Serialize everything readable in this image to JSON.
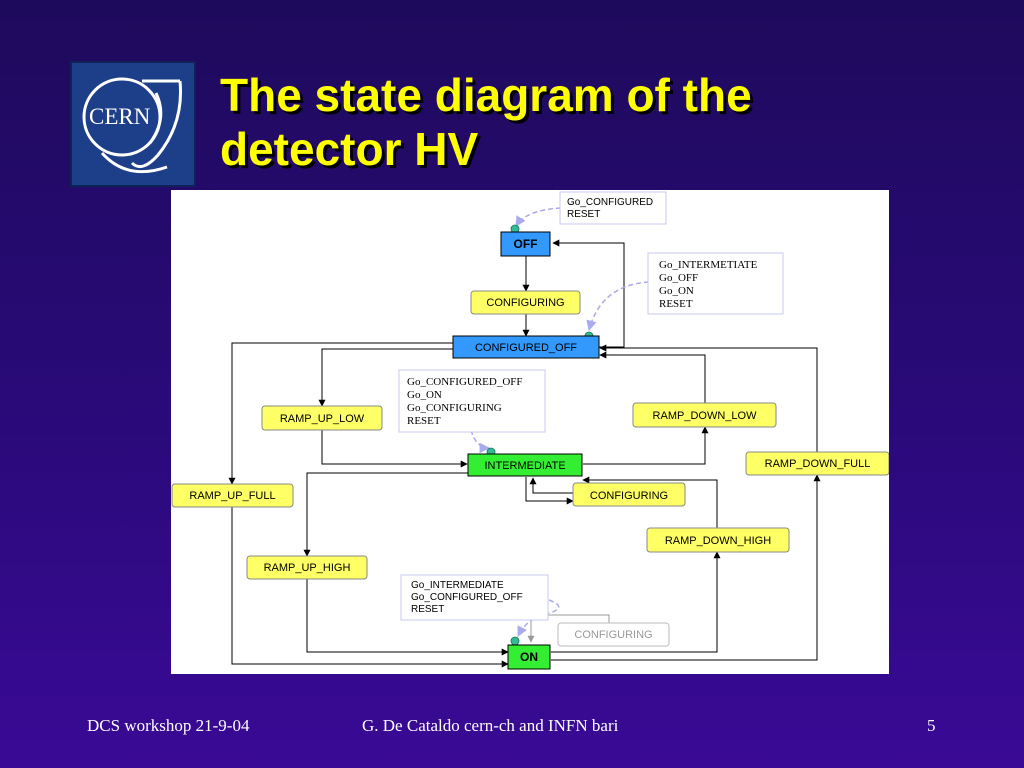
{
  "slide": {
    "title_line1": "The state diagram of the",
    "title_line2": "detector  HV",
    "logo_text": "CERN"
  },
  "footer": {
    "left": "DCS workshop 21-9-04",
    "center": "G. De Cataldo cern-ch and INFN bari",
    "right": "5"
  },
  "colors": {
    "background": "#2a0a7a",
    "title": "#ffff00",
    "state_blue": "#3399ff",
    "state_yellow": "#ffff66",
    "state_green": "#33ee33",
    "initial_dot": "#33bb99"
  },
  "diagram": {
    "states": {
      "off": "OFF",
      "configuring_top": "CONFIGURING",
      "configured_off": "CONFIGURED_OFF",
      "ramp_up_low": "RAMP_UP_LOW",
      "ramp_down_low": "RAMP_DOWN_LOW",
      "intermediate": "INTERMEDIATE",
      "configuring_mid": "CONFIGURING",
      "ramp_up_full": "RAMP_UP_FULL",
      "ramp_down_full": "RAMP_DOWN_FULL",
      "ramp_down_high": "RAMP_DOWN_HIGH",
      "ramp_up_high": "RAMP_UP_HIGH",
      "configuring_bottom": "CONFIGURING",
      "on": "ON"
    },
    "notes": {
      "off_note": [
        "Go_CONFIGURED",
        "RESET"
      ],
      "configured_off_note": [
        "Go_INTERMETIATE",
        "Go_OFF",
        "Go_ON",
        "RESET"
      ],
      "intermediate_note": [
        "Go_CONFIGURED_OFF",
        "Go_ON",
        "Go_CONFIGURING",
        "RESET"
      ],
      "on_note": [
        "Go_INTERMEDIATE",
        "Go_CONFIGURED_OFF",
        "RESET"
      ]
    }
  }
}
